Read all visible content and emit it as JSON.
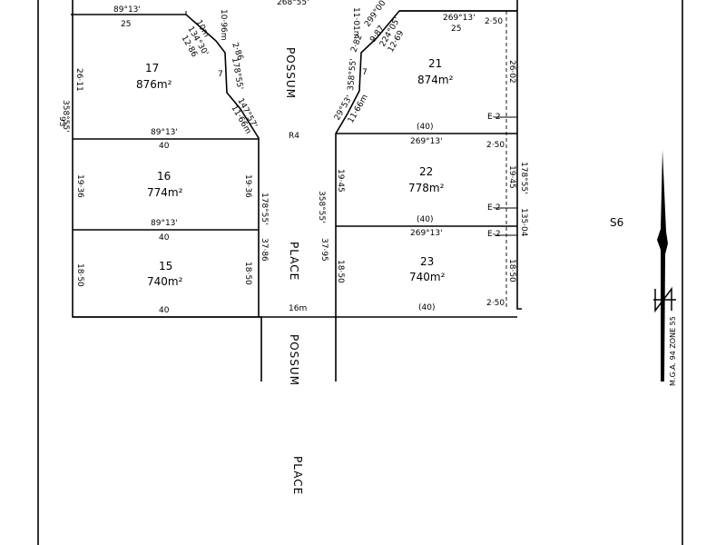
{
  "roads": {
    "possum_upper": "POSSUM",
    "possum_lower": "POSSUM",
    "place_upper": "PLACE",
    "place_middle": "PLACE",
    "place_lower": "PLACE",
    "reserve": "R4",
    "road_width": "16m",
    "top_bearing": "268°55'"
  },
  "lots": {
    "lot17": {
      "number": "17",
      "area": "876m²"
    },
    "lot16": {
      "number": "16",
      "area": "774m²"
    },
    "lot15": {
      "number": "15",
      "area": "740m²"
    },
    "lot21": {
      "number": "21",
      "area": "874m²"
    },
    "lot22": {
      "number": "22",
      "area": "778m²"
    },
    "lot23": {
      "number": "23",
      "area": "740m²"
    }
  },
  "dims": {
    "b_89_13_a": "89°13'",
    "l_25_a": "25",
    "side_26_11": "26·11",
    "bearing_358_55_a": "358°55'",
    "side_93": "93",
    "c_10m": "10m",
    "c_134_30": "134°30'",
    "c_12_86": "12·86",
    "c_10_96": "10·96m",
    "c_2_86": "2·86",
    "c_178_55": "178°55'",
    "c_7a": "7",
    "c_147_57": "147°57'",
    "c_11_66a": "11·66m",
    "b_89_13_b": "89°13'",
    "l_40_a": "40",
    "side_19_36_l": "19·36",
    "side_19_36_r": "19·36",
    "bearing_178_55_a": "178°55'",
    "b_89_13_c": "89°13'",
    "l_40_b": "40",
    "side_18_50_l": "18·50",
    "side_37_86": "37·86",
    "side_18_50_m": "18·50",
    "l_40_c": "40",
    "r_11_01": "11·01m",
    "r_299_00": "299°00'",
    "r_9_87": "9·87",
    "r_224_05": "224°05'",
    "r_12_69": "12·69",
    "r_2_82": "2·82",
    "r_358_55": "358°55'",
    "r_7b": "7",
    "r_29_53": "29°53'",
    "r_11_66b": "11·66m",
    "r_l_25_b": "25",
    "r_269_13_a": "269°13'",
    "r_2_50_a": "2·50",
    "r_26_02": "26·02",
    "r_E2_a": "E-2",
    "r_40_a": "(40)",
    "r_269_13_b": "269°13'",
    "r_2_50_b": "2·50",
    "r_19_45_l": "19·45",
    "r_358_55_b": "358°55'",
    "r_19_45_r": "19·45",
    "r_178_55_b": "178°55'",
    "r_135_04": "135·04",
    "r_E2_b": "E-2",
    "r_40_b": "(40)",
    "r_269_13_c": "269°13'",
    "r_E2_c": "E-2",
    "r_37_95": "37·95",
    "r_18_50_l": "18·50",
    "r_18_50_r": "18·50",
    "r_40_c": "(40)",
    "r_2_50_c": "2·50"
  },
  "legend": {
    "section": "S6",
    "grid": "M.G.A. 94 ZONE 55"
  },
  "icons": {
    "north_arrow": "north-arrow-icon"
  }
}
